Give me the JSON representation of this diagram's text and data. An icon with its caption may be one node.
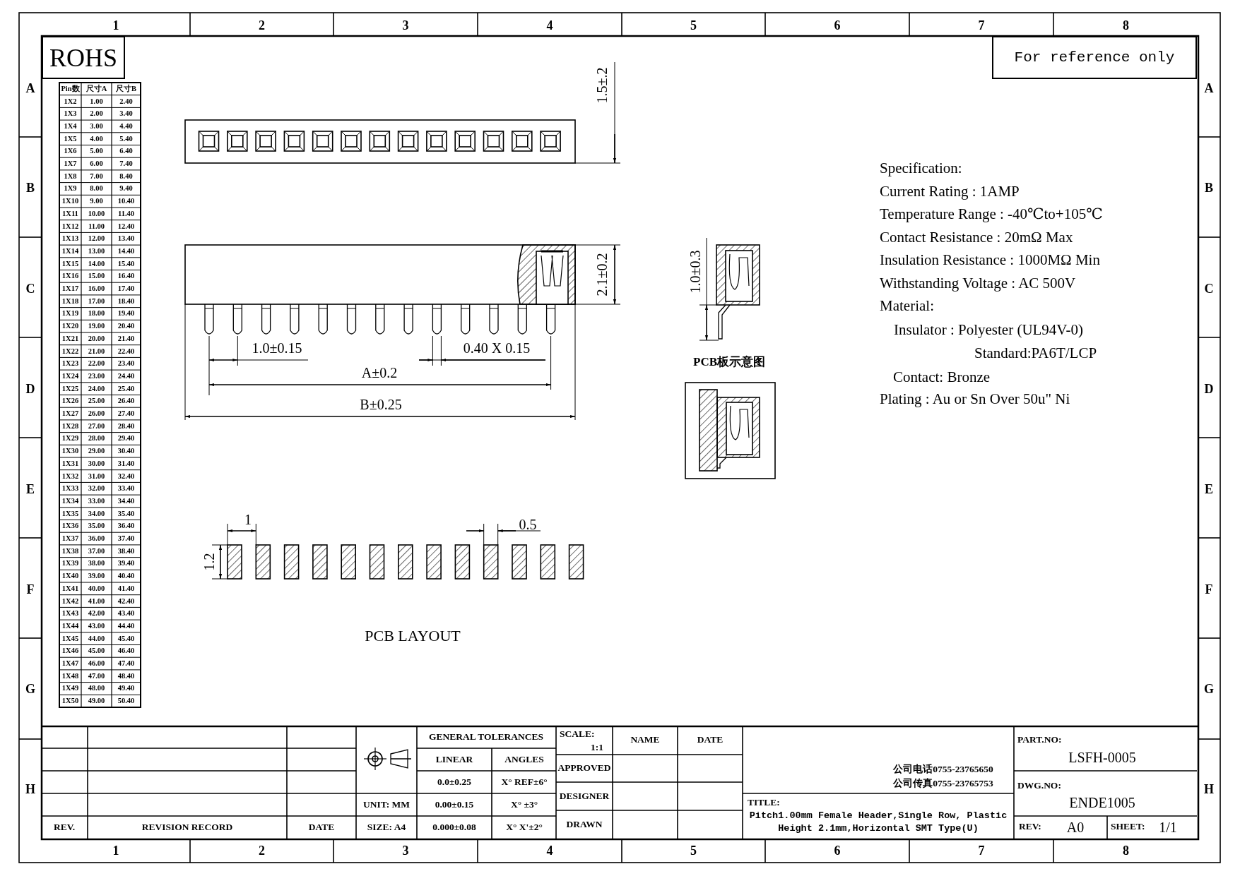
{
  "diagram": {
    "nodes": [
      {
        "text": [
          "ROHS"
        ]
      },
      {
        "text": [
          "For reference only"
        ]
      }
    ],
    "labels": [
      "1",
      "2",
      "3",
      "4",
      "5",
      "6",
      "7",
      "8",
      "A",
      "B",
      "C",
      "D",
      "E",
      "F",
      "G",
      "H",
      "A",
      "B",
      "C",
      "D",
      "E",
      "F",
      "G",
      "H",
      "1",
      "2",
      "3",
      "4",
      "5",
      "6",
      "7",
      "8",
      "Pin数",
      "尺寸A",
      "尺寸B",
      "1X2",
      "1.00",
      "2.40",
      "1X3",
      "2.00",
      "3.40",
      "1X4",
      "3.00",
      "4.40",
      "1X5",
      "4.00",
      "5.40",
      "1X6",
      "5.00",
      "6.40",
      "1X7",
      "6.00",
      "7.40",
      "1X8",
      "7.00",
      "8.40",
      "1X9",
      "8.00",
      "9.40",
      "1X10",
      "9.00",
      "10.40",
      "1X11",
      "10.00",
      "11.40",
      "1X12",
      "11.00",
      "12.40",
      "1X13",
      "12.00",
      "13.40",
      "1X14",
      "13.00",
      "14.40",
      "1X15",
      "14.00",
      "15.40",
      "1X16",
      "15.00",
      "16.40",
      "1X17",
      "16.00",
      "17.40",
      "1X18",
      "17.00",
      "18.40",
      "1X19",
      "18.00",
      "19.40",
      "1X20",
      "19.00",
      "20.40",
      "1X21",
      "20.00",
      "21.40",
      "1X22",
      "21.00",
      "22.40",
      "1X23",
      "22.00",
      "23.40",
      "1X24",
      "23.00",
      "24.40",
      "1X25",
      "24.00",
      "25.40",
      "1X26",
      "25.00",
      "26.40",
      "1X27",
      "26.00",
      "27.40",
      "1X28",
      "27.00",
      "28.40",
      "1X29",
      "28.00",
      "29.40",
      "1X30",
      "29.00",
      "30.40",
      "1X31",
      "30.00",
      "31.40",
      "1X32",
      "31.00",
      "32.40",
      "1X33",
      "32.00",
      "33.40",
      "1X34",
      "33.00",
      "34.40",
      "1X35",
      "34.00",
      "35.40",
      "1X36",
      "35.00",
      "36.40",
      "1X37",
      "36.00",
      "37.40",
      "1X38",
      "37.00",
      "38.40",
      "1X39",
      "38.00",
      "39.40",
      "1X40",
      "39.00",
      "40.40",
      "1X41",
      "40.00",
      "41.40",
      "1X42",
      "41.00",
      "42.40",
      "1X43",
      "42.00",
      "43.40",
      "1X44",
      "43.00",
      "44.40",
      "1X45",
      "44.00",
      "45.40",
      "1X46",
      "45.00",
      "46.40",
      "1X47",
      "46.00",
      "47.40",
      "1X48",
      "47.00",
      "48.40",
      "1X49",
      "48.00",
      "49.40",
      "1X50",
      "49.00",
      "50.40",
      "1.5±.2",
      "2.1±0.2",
      "1.0±0.15",
      "0.40 X 0.15",
      "A±0.2",
      "B±0.25",
      "1.0±0.3",
      "PCB板示意图",
      "Specification:",
      "Current Rating : 1AMP",
      "Temperature Range : -40℃to+105℃",
      "Contact Resistance : 20mΩ Max",
      "Insulation Resistance : 1000MΩ Min",
      "Withstanding Voltage : AC 500V",
      "Material:",
      "Insulator : Polyester (UL94V-0)",
      "Standard:PA6T/LCP",
      "Contact: Bronze",
      "Plating : Au or Sn Over 50u\" Ni",
      "1",
      "0.5",
      "1.2",
      "PCB LAYOUT",
      "REV.",
      "REVISION RECORD",
      "DATE",
      "UNIT: MM",
      "SIZE: A4",
      "GENERAL TOLERANCES",
      "LINEAR",
      "ANGLES",
      "0.0±0.25",
      "X° REF±6°",
      "0.00±0.15",
      "X° ±3°",
      "0.000±0.08",
      "X° X'±2°",
      "SCALE:",
      "1:1",
      "NAME",
      "DATE",
      "APPROVED",
      "DESIGNER",
      "DRAWN",
      "公司电话0755-23765650",
      "公司传真0755-23765753",
      "TITLE:",
      "Pitch1.00mm Female Header,Single Row, Plastic Height 2.1mm,Horizontal SMT Type(U)",
      "PART.NO:",
      "LSFH-0005",
      "DWG.NO:",
      "ENDE1005",
      "REV:",
      "A0",
      "SHEET:",
      "1/1"
    ]
  }
}
